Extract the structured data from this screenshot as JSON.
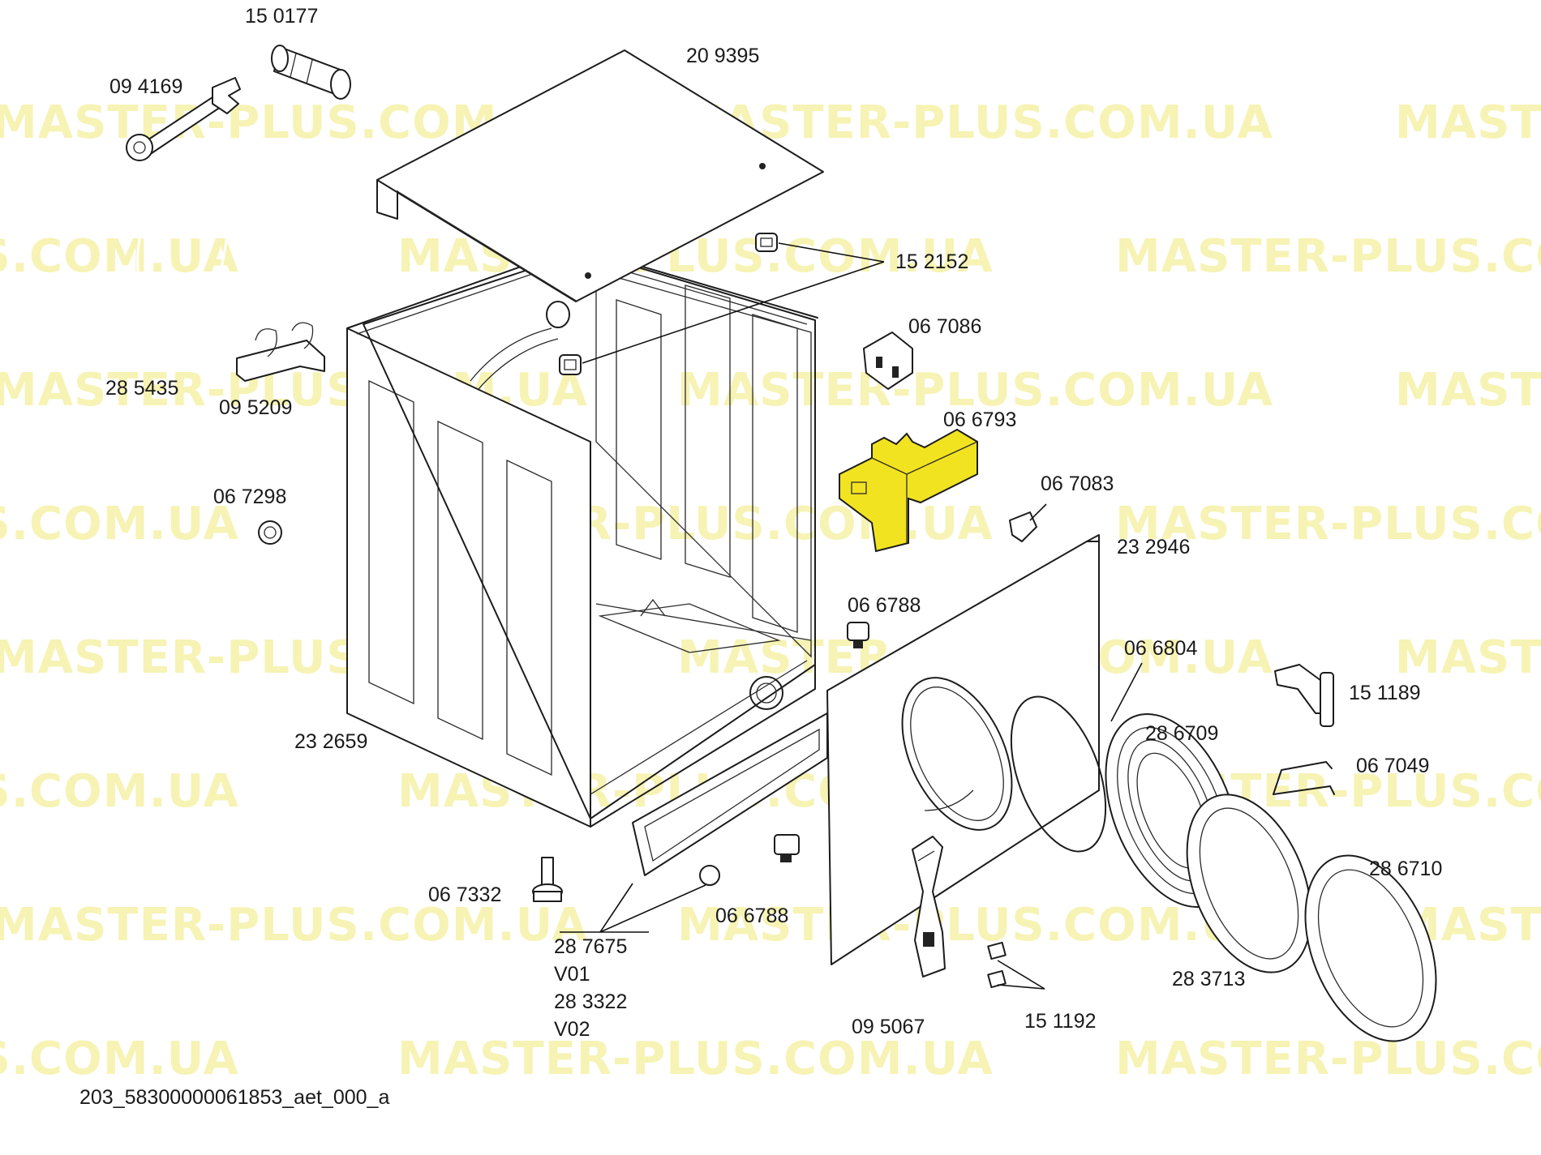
{
  "watermark": "MASTER-PLUS.COM.UA",
  "caption": "203_58300000061853_aet_000_a",
  "highlight_color": "#f2e321",
  "parts": {
    "p150177": "15 0177",
    "p094169": "09 4169",
    "p209395": "20 9395",
    "p152152": "15 2152",
    "p285435": "28 5435",
    "p095209": "09 5209",
    "p067086": "06 7086",
    "p066793": "06 6793",
    "p067298": "06 7298",
    "p067083": "06 7083",
    "p232946": "23 2946",
    "p066788a": "06 6788",
    "p066804": "06 6804",
    "p151189": "15 1189",
    "p232659": "23 2659",
    "p286709": "28 6709",
    "p067049": "06 7049",
    "p067332": "06 7332",
    "p066788b": "06 6788",
    "p286710": "28 6710",
    "p287675": "28 7675",
    "v01": "V01",
    "p283322": "28 3322",
    "v02": "V02",
    "p283713": "28 3713",
    "p095067": "09 5067",
    "p151192": "15 1192"
  }
}
